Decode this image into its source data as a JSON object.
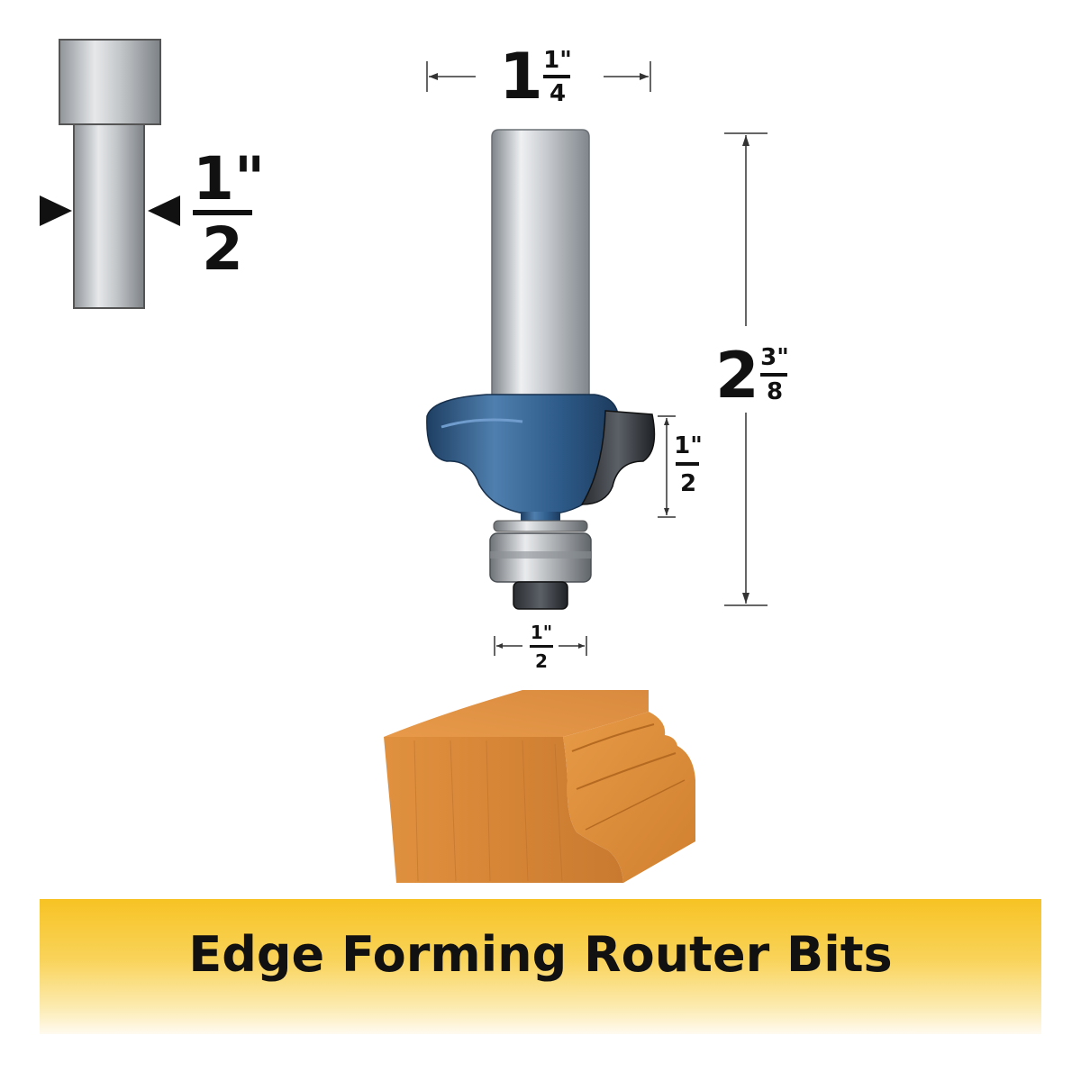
{
  "shank_diameter": {
    "numerator": "1\"",
    "denominator": "2"
  },
  "cutting_diameter": {
    "whole": "1",
    "numerator": "1\"",
    "denominator": "4"
  },
  "overall_length": {
    "whole": "2",
    "numerator": "3\"",
    "denominator": "8"
  },
  "cutting_length": {
    "numerator": "1\"",
    "denominator": "2"
  },
  "bearing_diameter": {
    "numerator": "1\"",
    "denominator": "2"
  },
  "banner": {
    "title": "Edge Forming Router Bits",
    "color": "#f7c324"
  },
  "colors": {
    "shank": "#b8bcc0",
    "body": "#2f5a86",
    "wood": "#d98a3e",
    "text": "#111111"
  }
}
